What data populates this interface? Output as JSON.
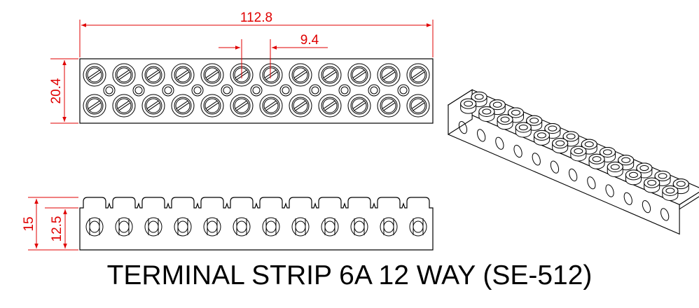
{
  "title": "TERMINAL STRIP 6A 12 WAY (SE-512)",
  "dimensions": {
    "overall_length": "112.8",
    "pitch": "9.4",
    "top_view_height": "20.4",
    "side_view_height": "15",
    "side_view_inner_height": "12.5"
  },
  "way_count": 12,
  "colors": {
    "dimension": "#e00000",
    "outline": "#000000",
    "background": "#ffffff"
  }
}
